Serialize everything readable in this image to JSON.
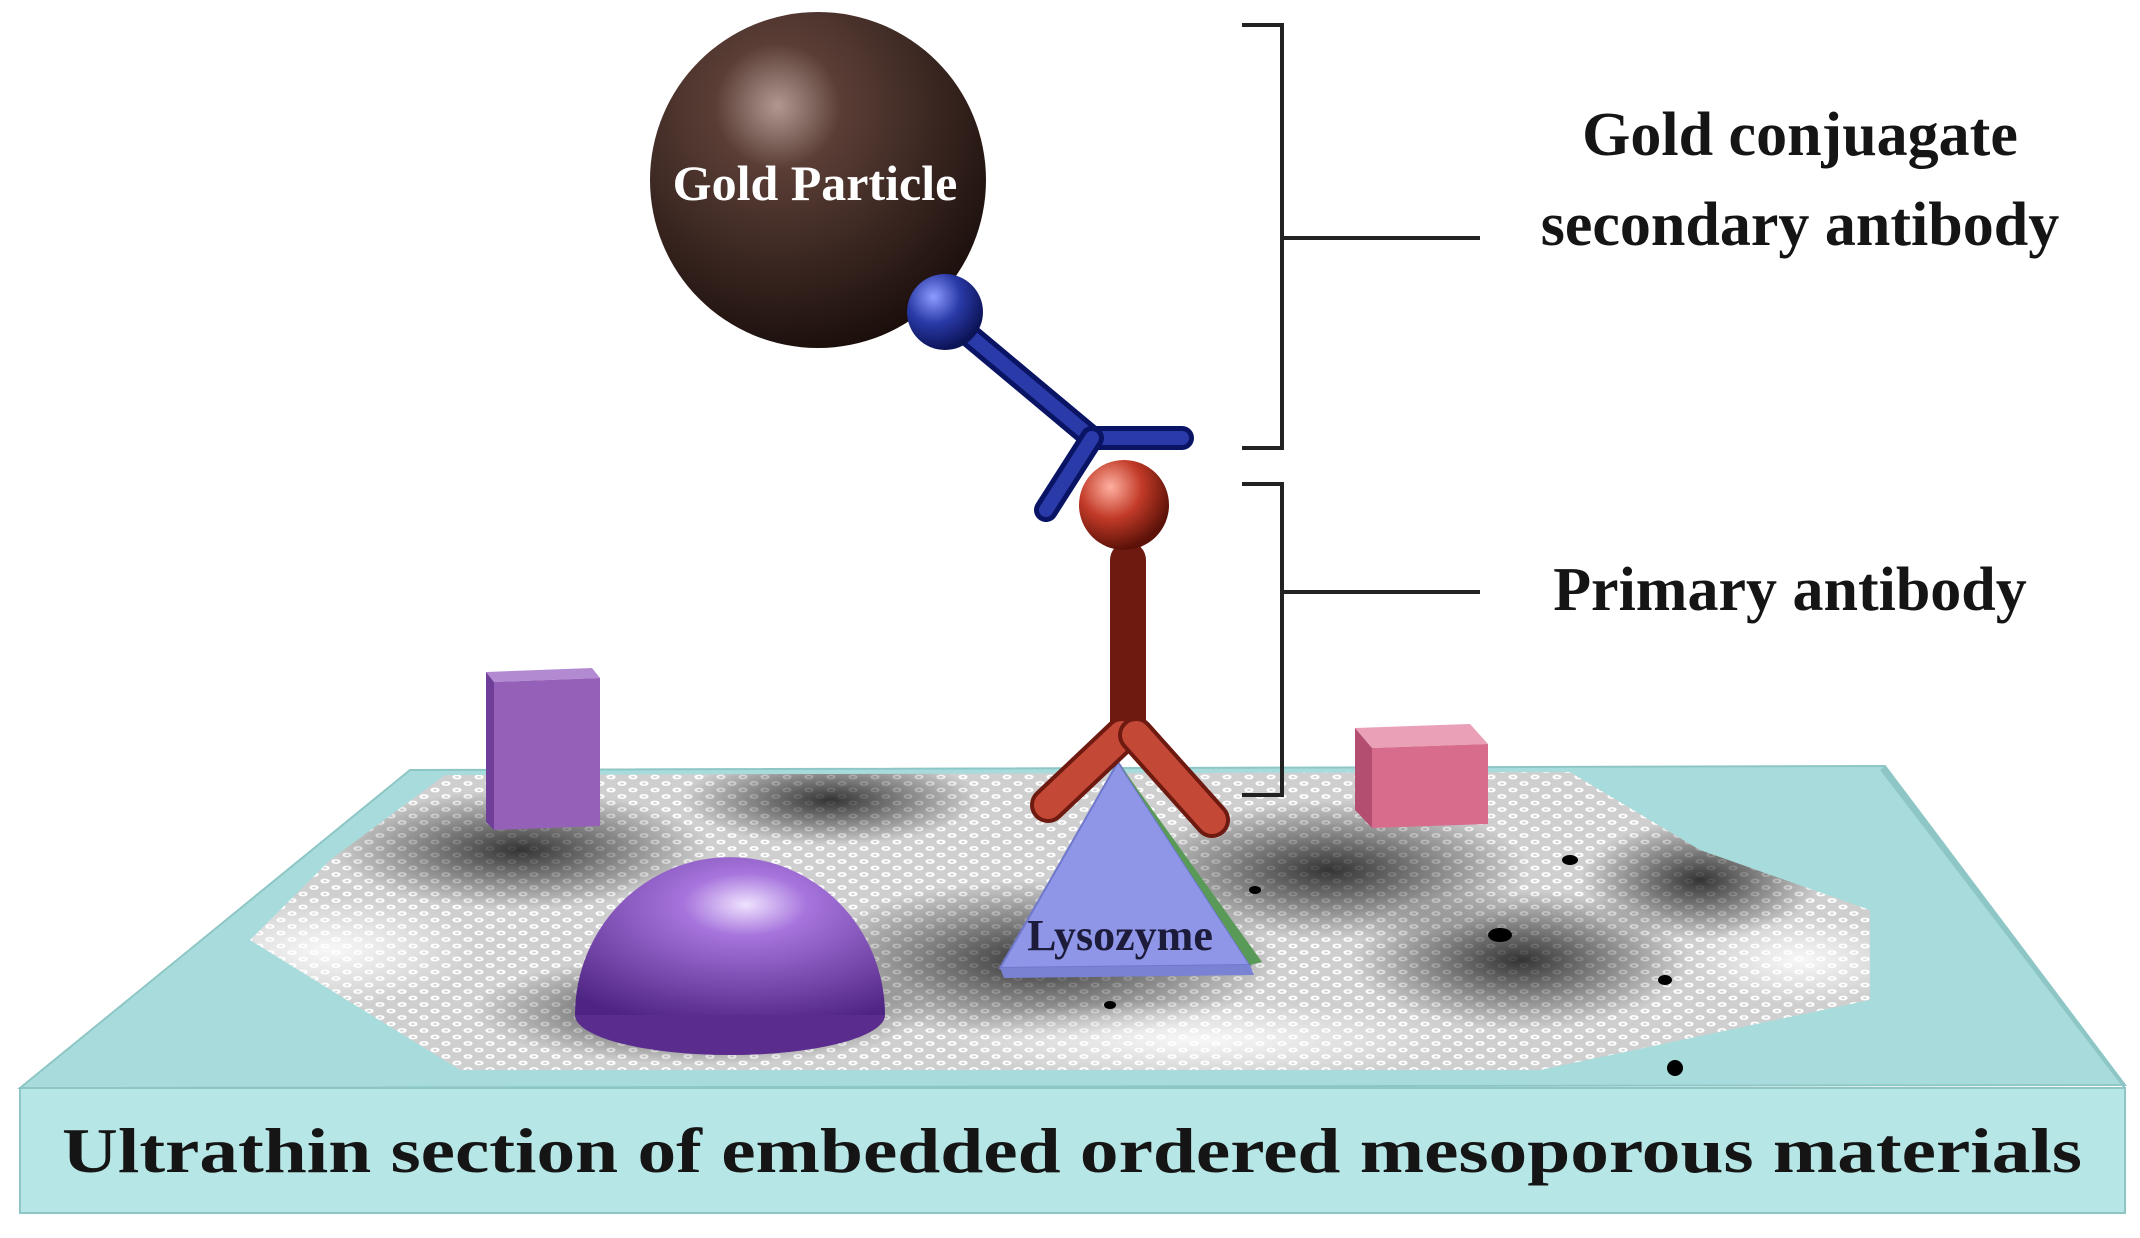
{
  "labels": {
    "gold_particle": "Gold Particle",
    "gold_conjugate_line1": "Gold conjuagate",
    "gold_conjugate_line2": "secondary antibody",
    "primary_antibody": "Primary antibody",
    "lysozyme": "Lysozyme",
    "base_caption": "Ultrathin section of embedded ordered mesoporous materials"
  },
  "colors": {
    "slab_top": "#a8dcdc",
    "slab_front": "#b7e6e6",
    "gold_particle": "#2a1a16",
    "secondary_antibody": "#1c2a8c",
    "primary_antibody": "#b8382a",
    "lysozyme": "#8f96e8",
    "dome": "#8a4ec0",
    "purple_block": "#9560b8",
    "pink_block": "#d86c8c"
  }
}
